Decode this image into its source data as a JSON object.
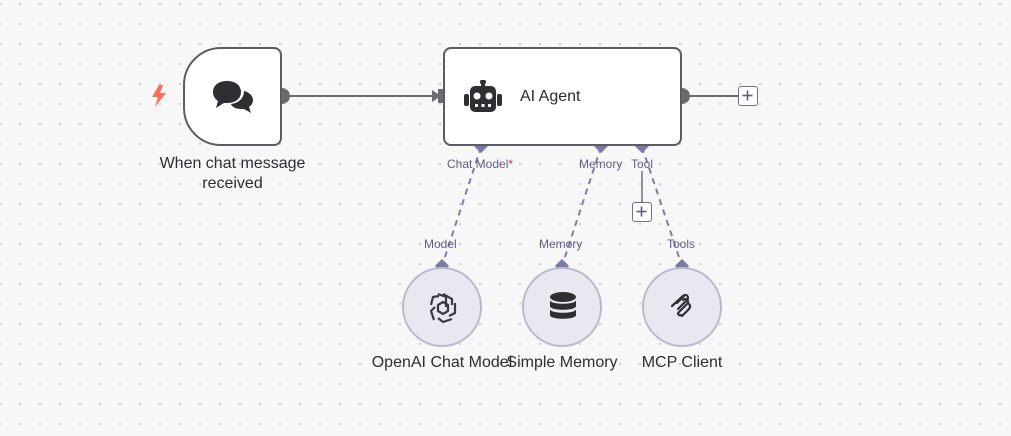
{
  "trigger": {
    "label": "When chat message received",
    "icon": "chat-bubbles-icon",
    "trigger_icon": "lightning-icon",
    "trigger_color": "#ff6d5a"
  },
  "agent": {
    "title": "AI Agent",
    "icon": "robot-icon",
    "ports": {
      "chat_model": "Chat Model",
      "required_mark": "*",
      "memory": "Memory",
      "tool": "Tool"
    }
  },
  "sub_nodes": [
    {
      "label": "OpenAI Chat Model",
      "icon": "openai-icon",
      "port_label": "Model"
    },
    {
      "label": "Simple Memory",
      "icon": "database-icon",
      "port_label": "Memory"
    },
    {
      "label": "MCP Client",
      "icon": "mcp-icon",
      "port_label": "Tools"
    }
  ],
  "colors": {
    "canvas_bg": "#f7f7f8",
    "node_border": "#5c5c63",
    "port_accent": "#7a7aa6",
    "sub_node_fill": "#e8e8f0"
  }
}
